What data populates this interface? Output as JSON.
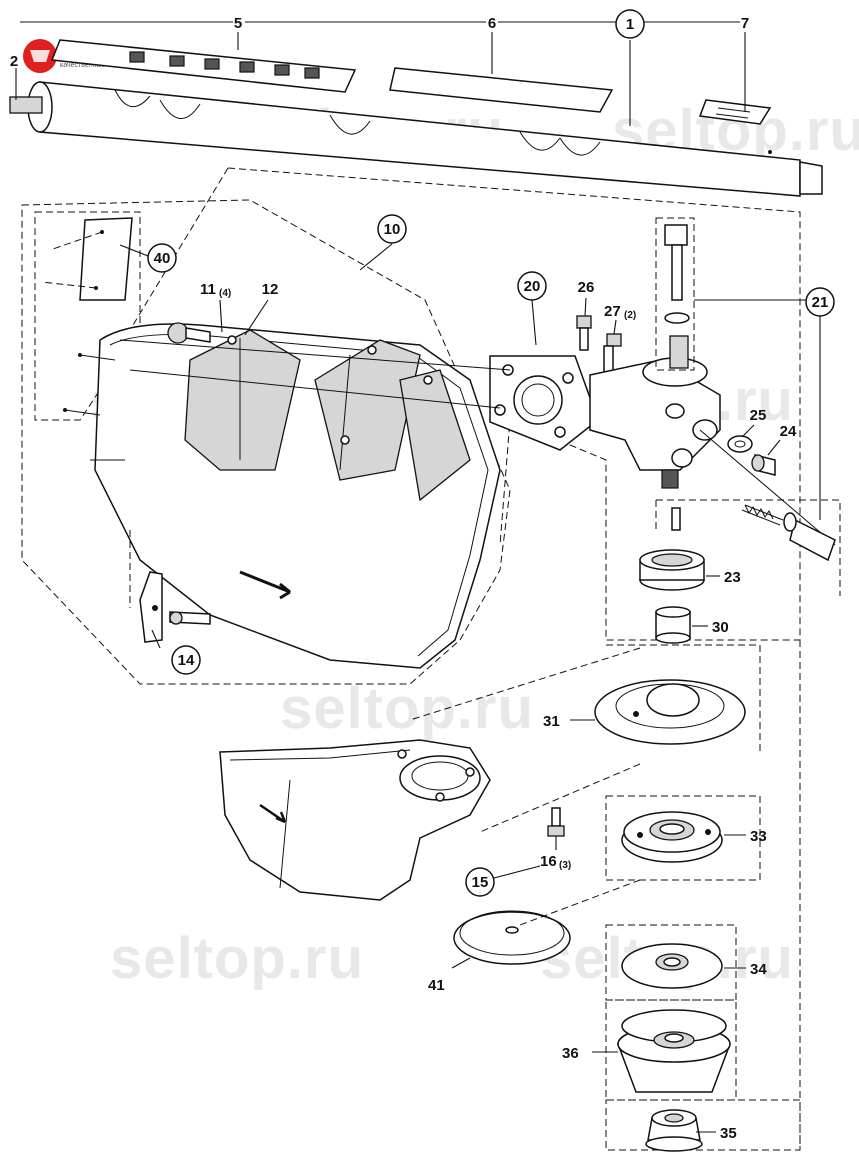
{
  "logo": {
    "brand": "Seltop.ru",
    "tagline": "качественные запчасти"
  },
  "watermark": "seltop.ru",
  "callouts": {
    "p1": "1",
    "p2": "2",
    "p5": "5",
    "p6": "6",
    "p7": "7",
    "p10": "10",
    "p11": "11",
    "p11q": "(4)",
    "p12": "12",
    "p14": "14",
    "p15": "15",
    "p16": "16",
    "p16q": "(3)",
    "p20": "20",
    "p21": "21",
    "p23": "23",
    "p24": "24",
    "p25": "25",
    "p26": "26",
    "p27": "27",
    "p27q": "(2)",
    "p30": "30",
    "p31": "31",
    "p33": "33",
    "p34": "34",
    "p35": "35",
    "p36": "36",
    "p40": "40",
    "p41": "41"
  }
}
